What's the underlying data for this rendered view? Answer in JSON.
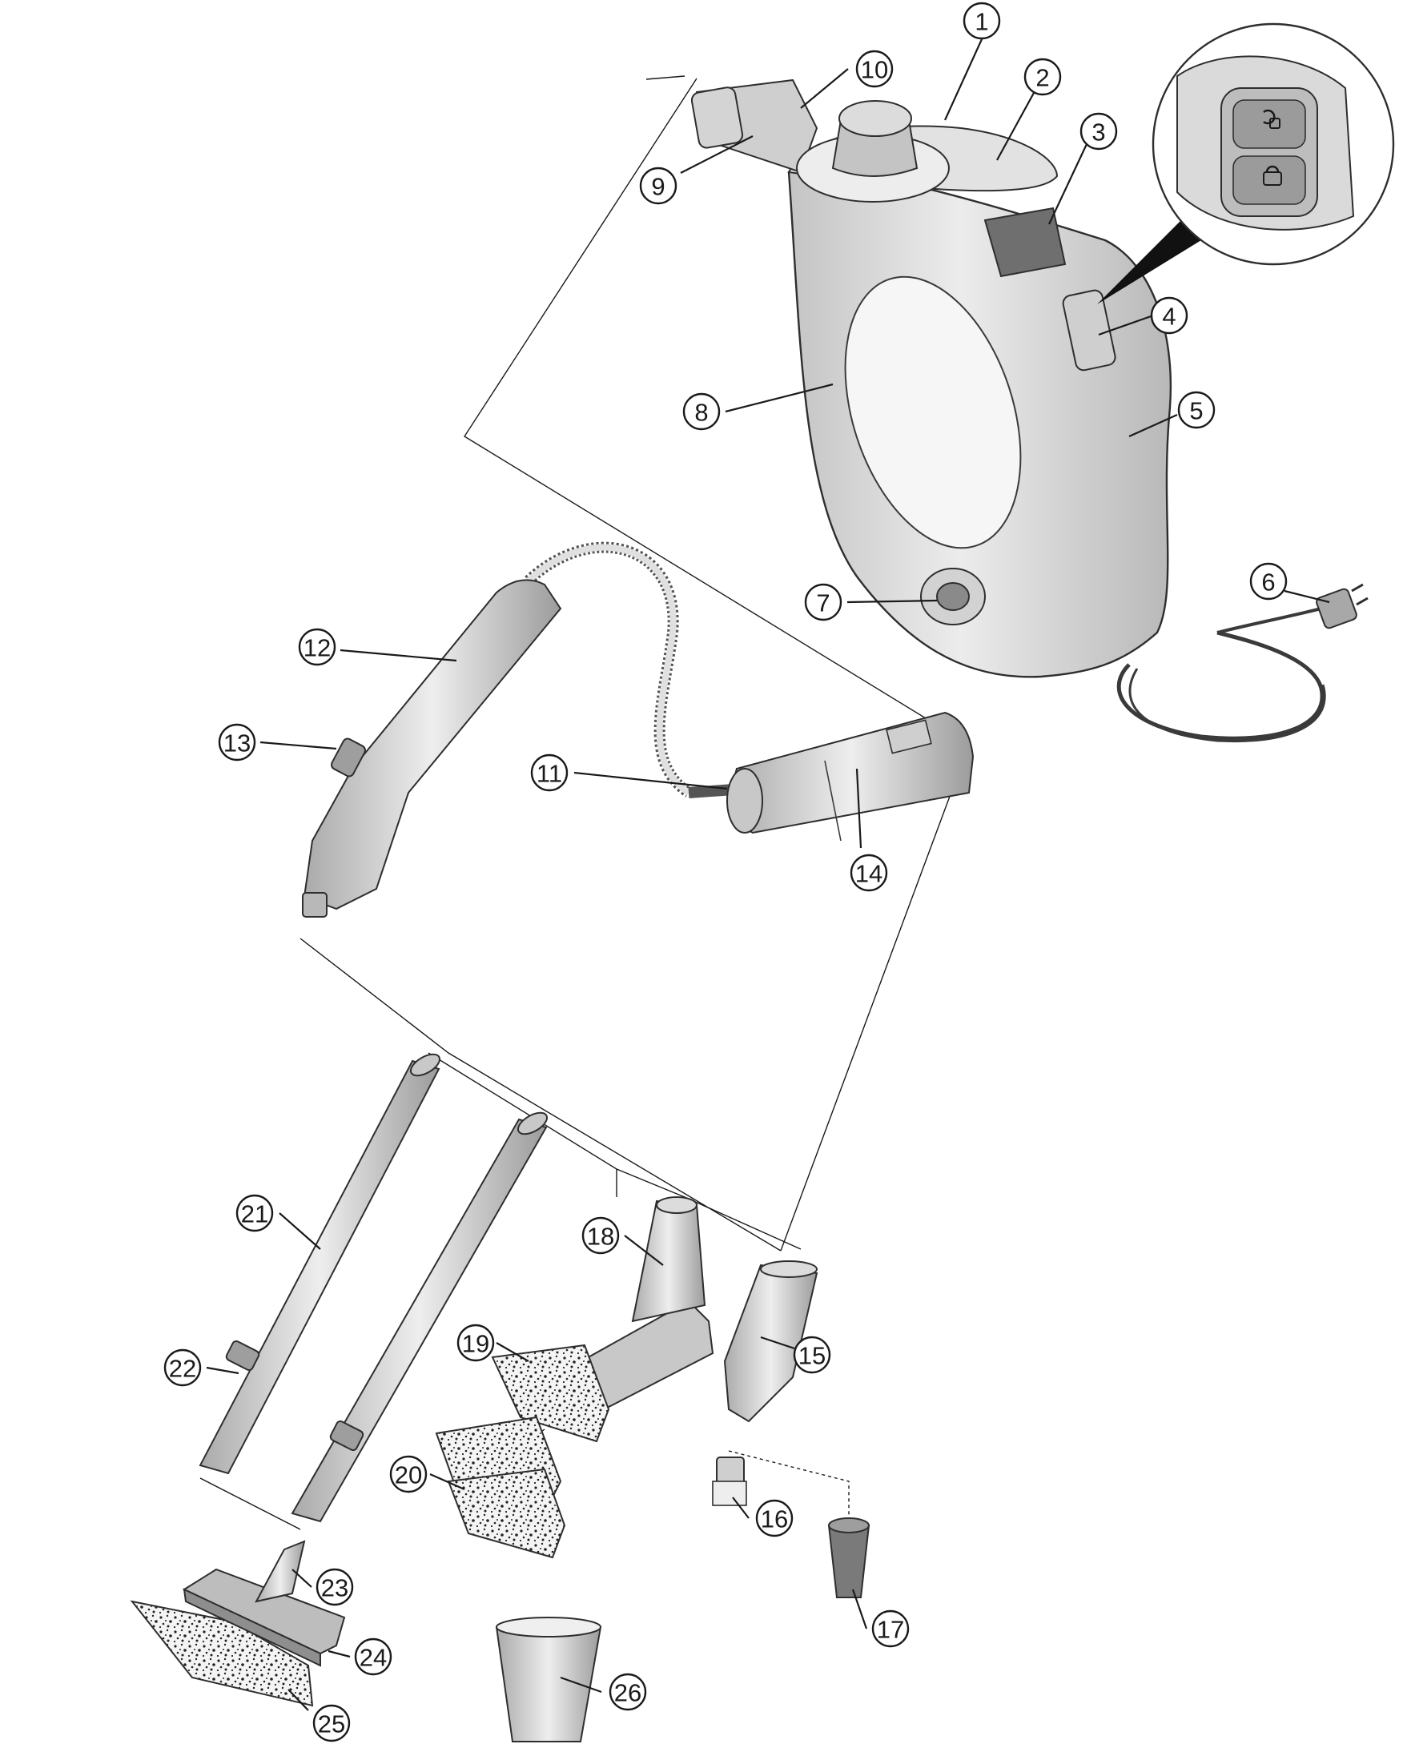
{
  "figure": {
    "type": "exploded-parts-diagram",
    "part_count": 26,
    "colors": {
      "line": "#1a1a1a",
      "body": "#d6d6d6",
      "body_light": "#e8e8e8",
      "body_dark": "#a8a8a8",
      "background": "#ffffff"
    }
  },
  "labels": [
    "1",
    "2",
    "3",
    "4",
    "5",
    "6",
    "7",
    "8",
    "9",
    "10",
    "11",
    "12",
    "13",
    "14",
    "15",
    "16",
    "17",
    "18",
    "19",
    "20",
    "21",
    "22",
    "23",
    "24",
    "25",
    "26"
  ]
}
